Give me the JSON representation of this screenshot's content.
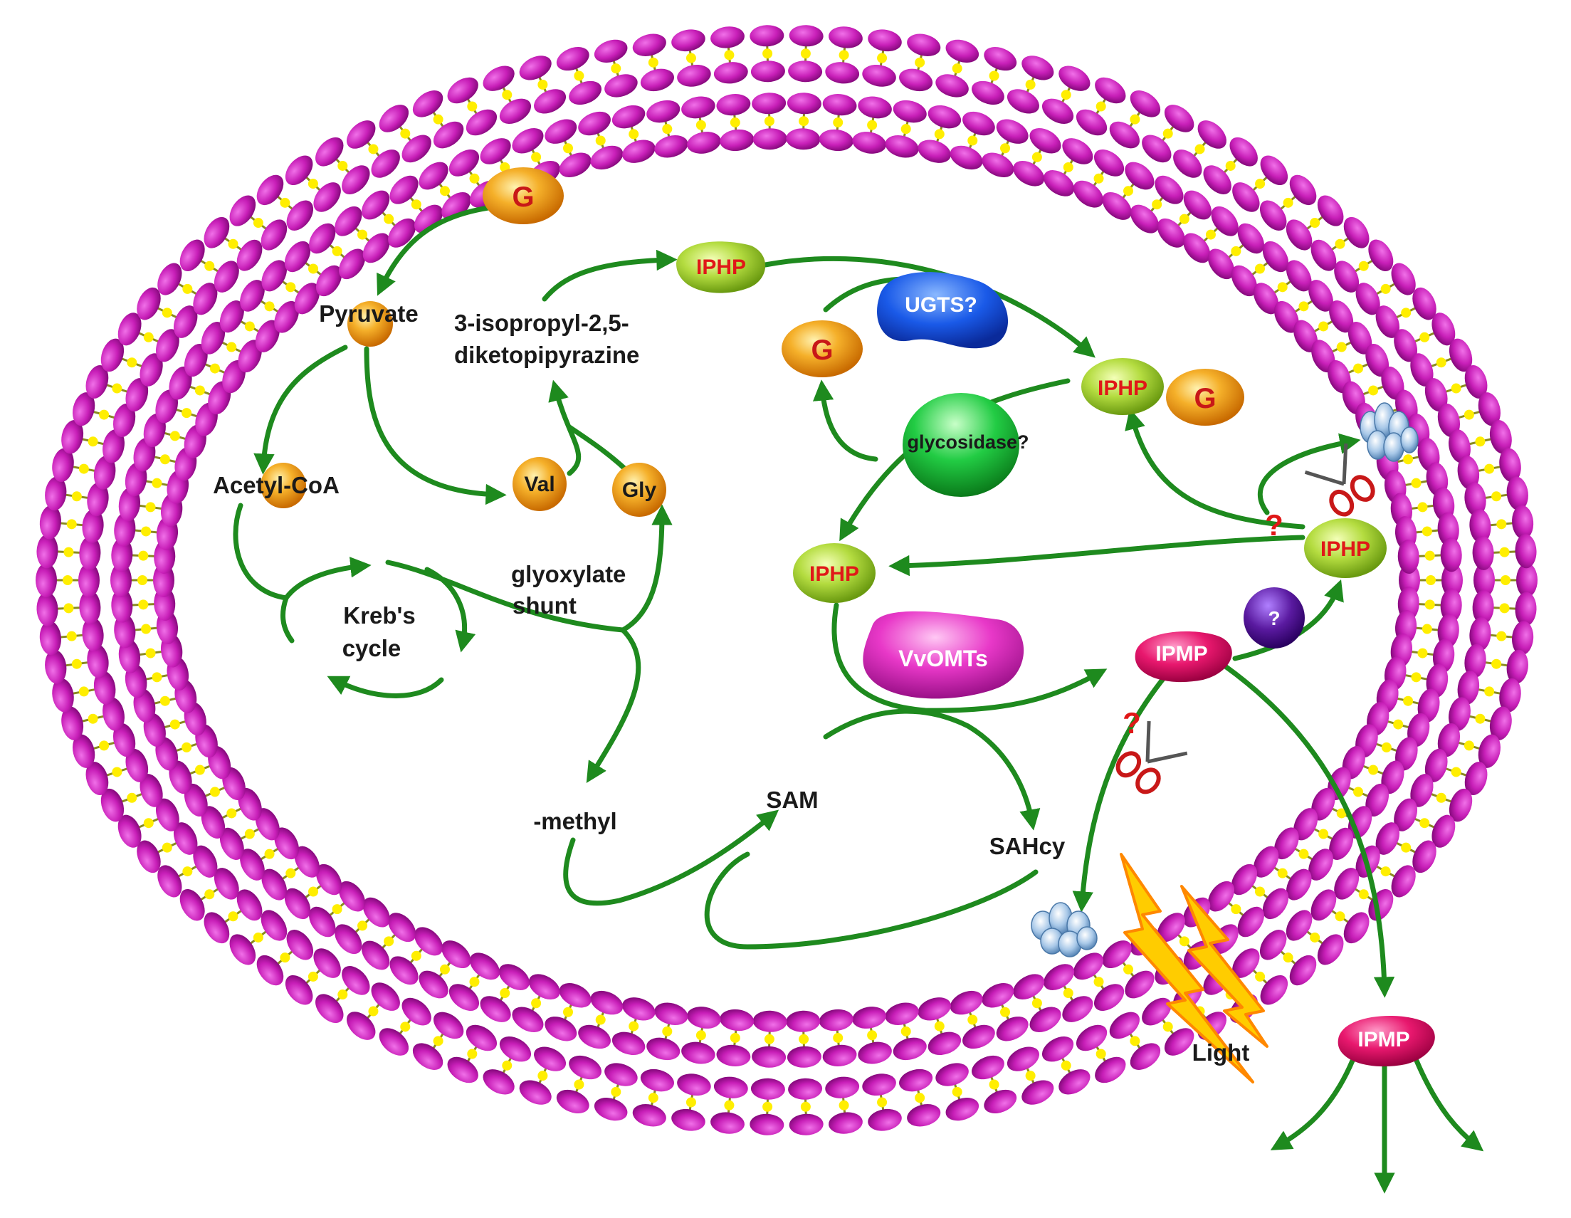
{
  "colors": {
    "arrow": "#1e8a1e",
    "membrane_head": "#c81fb8",
    "membrane_tail": "#ffee00",
    "orange_node": "#f0a020",
    "green_node": "#a8d838",
    "pink_node": "#e8186e",
    "enzyme_blue": "#1a5ae8",
    "enzyme_green": "#22cc44",
    "enzyme_magenta": "#e838c8",
    "unknown_purple": "#5a1aa0",
    "node_text_red": "#e01818",
    "node_text_white": "#ffffff",
    "light_bolt": "#ffaa00"
  },
  "nodes": {
    "g_top": "G",
    "g_mid": "G",
    "g_conj": "G",
    "val": "Val",
    "gly": "Gly",
    "pyruvate_node": "",
    "acetyl_node": "",
    "iphp_top": "IPHP",
    "iphp_conj": "IPHP",
    "iphp_left": "IPHP",
    "iphp_right": "IPHP",
    "ipmp_inner": "IPMP",
    "ipmp_outer": "IPMP",
    "ugts": "UGTS?",
    "glycosidase": "glycosidase?",
    "vvomts": "VvOMTs",
    "unknown": "?"
  },
  "labels": {
    "pyruvate": "Pyruvate",
    "acetyl_coa": "Acetyl-CoA",
    "diketo_line1": "3-isopropyl-2,5-",
    "diketo_line2": "diketopipyrazine",
    "krebs_line1": "Kreb's",
    "krebs_line2": "cycle",
    "glyoxylate_line1": "glyoxylate",
    "glyoxylate_line2": "shunt",
    "methyl": "-methyl",
    "sam": "SAM",
    "sahcy": "SAHcy",
    "light": "Light",
    "question_upper": "?",
    "question_lower": "?"
  },
  "icons": [
    "scissors-icon",
    "degradation-cloud-icon",
    "lightning-icon"
  ]
}
